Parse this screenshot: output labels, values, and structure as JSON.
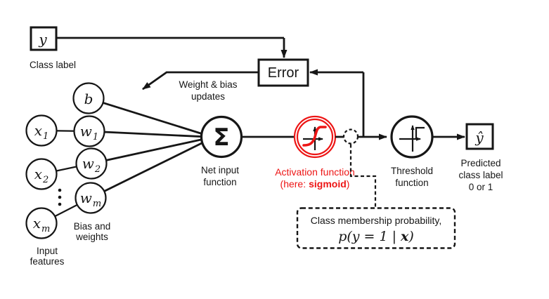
{
  "colors": {
    "accent_red": "#ed1515",
    "ink": "#161616"
  },
  "class_label_node": {
    "symbol": "y",
    "caption": "Class label"
  },
  "error_node": {
    "label": "Error"
  },
  "feedback": {
    "line1": "Weight & bias",
    "line2": "updates"
  },
  "units": {
    "bias": {
      "main": "b",
      "sub": ""
    },
    "x1": {
      "main": "x",
      "sub": "1"
    },
    "x2": {
      "main": "x",
      "sub": "2"
    },
    "xm": {
      "main": "x",
      "sub": "m"
    },
    "w1": {
      "main": "w",
      "sub": "1"
    },
    "w2": {
      "main": "w",
      "sub": "2"
    },
    "wm": {
      "main": "w",
      "sub": "m"
    },
    "dots": "⋮"
  },
  "group_captions": {
    "bias_weights_1": "Bias and",
    "bias_weights_2": "weights",
    "input_features_1": "Input",
    "input_features_2": "features"
  },
  "net_input": {
    "symbol": "Σ",
    "caption1": "Net input",
    "caption2": "function"
  },
  "activation": {
    "caption1": "Activation function",
    "here_pre": "(here:",
    "here_bold": "sigmoid",
    "here_post": ")"
  },
  "threshold": {
    "caption1": "Threshold",
    "caption2": "function"
  },
  "predicted_node": {
    "symbol": "ŷ",
    "caption1": "Predicted",
    "caption2": "class label",
    "caption3": "0 or 1"
  },
  "probability_box": {
    "line1": "Class membership probability,",
    "math_pre": "p(y = 1 |",
    "math_x": "x",
    "math_post": ")"
  }
}
